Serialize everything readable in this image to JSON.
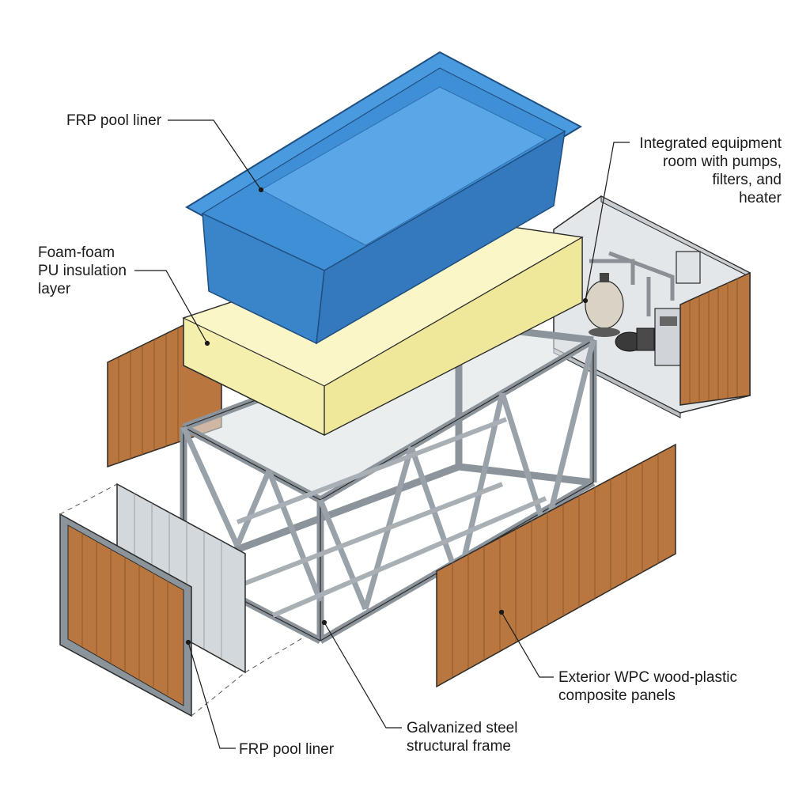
{
  "colors": {
    "pool_blue": "#3f8fd6",
    "pool_blue_dark": "#2f6fb0",
    "insulation": "#f4efad",
    "steel": "#c9ced3",
    "wood": "#b9773f",
    "outline": "#2a2a2a"
  },
  "labels": {
    "frp_liner_top": [
      "FRP pool liner"
    ],
    "foam_layer": [
      "Foam-foam",
      "PU insulation",
      "layer"
    ],
    "equipment_room": [
      "Integrated equipment",
      "room with pumps,",
      "filters, and",
      "heater"
    ],
    "wpc_panels": [
      "Exterior WPC wood-plastic",
      "composite panels"
    ],
    "steel_frame": [
      "Galvanized steel",
      "structural frame"
    ],
    "frp_liner_bottom": [
      "FRP pool liner"
    ]
  }
}
